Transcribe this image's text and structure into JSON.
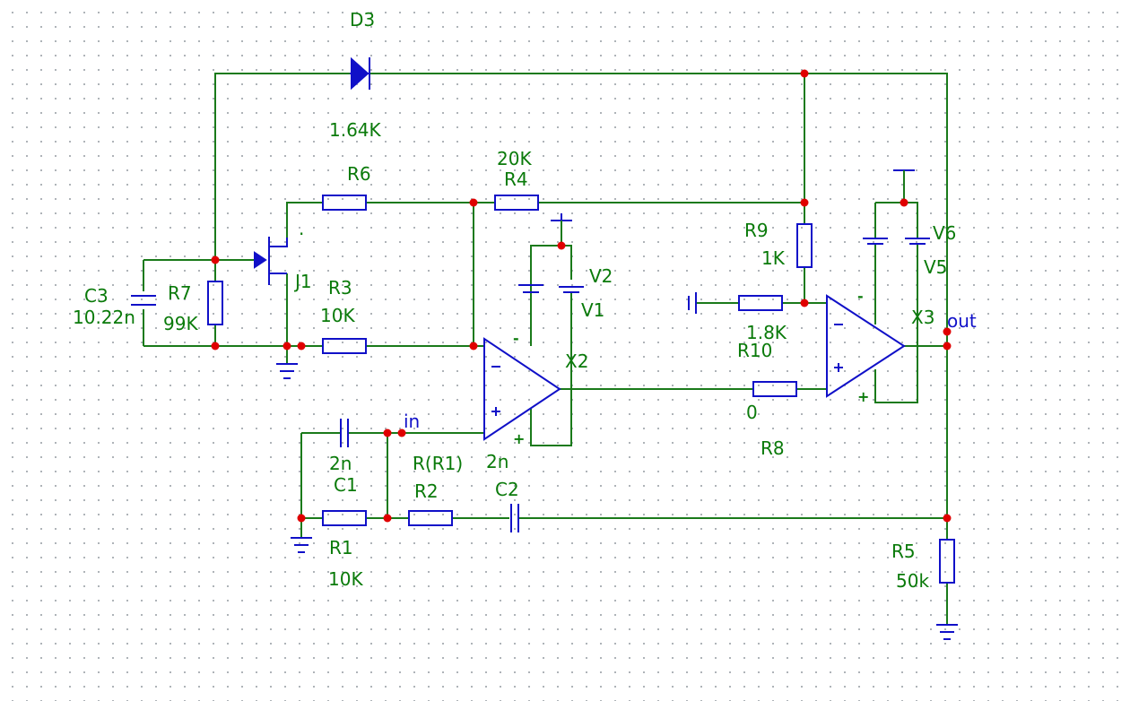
{
  "components": {
    "D3": {
      "ref": "D3",
      "value": "1.64K"
    },
    "R6": {
      "ref": "R6"
    },
    "R4": {
      "ref": "R4",
      "value": "20K"
    },
    "C3": {
      "ref": "C3",
      "value": "10.22n"
    },
    "R7": {
      "ref": "R7",
      "value": "99K"
    },
    "J1": {
      "ref": "J1"
    },
    "R3": {
      "ref": "R3",
      "value": "10K"
    },
    "V2": {
      "ref": "V2"
    },
    "V1": {
      "ref": "V1"
    },
    "X2": {
      "ref": "X2"
    },
    "R9": {
      "ref": "R9",
      "value": "1K"
    },
    "R10": {
      "ref": "R10",
      "value": "1.8K"
    },
    "V6": {
      "ref": "V6"
    },
    "V5": {
      "ref": "V5"
    },
    "X3": {
      "ref": "X3"
    },
    "R8": {
      "ref": "R8",
      "value": "0"
    },
    "C1": {
      "ref": "C1",
      "value": "2n"
    },
    "R2": {
      "ref": "R2",
      "value": "R(R1)"
    },
    "C2": {
      "ref": "C2",
      "value": "2n"
    },
    "R1": {
      "ref": "R1",
      "value": "10K"
    },
    "R5": {
      "ref": "R5",
      "value": "50k"
    }
  },
  "nets": {
    "in": "in",
    "out": "out"
  },
  "opamp_pins": {
    "minus": "-",
    "plus": "+"
  },
  "jfet_mark": "."
}
